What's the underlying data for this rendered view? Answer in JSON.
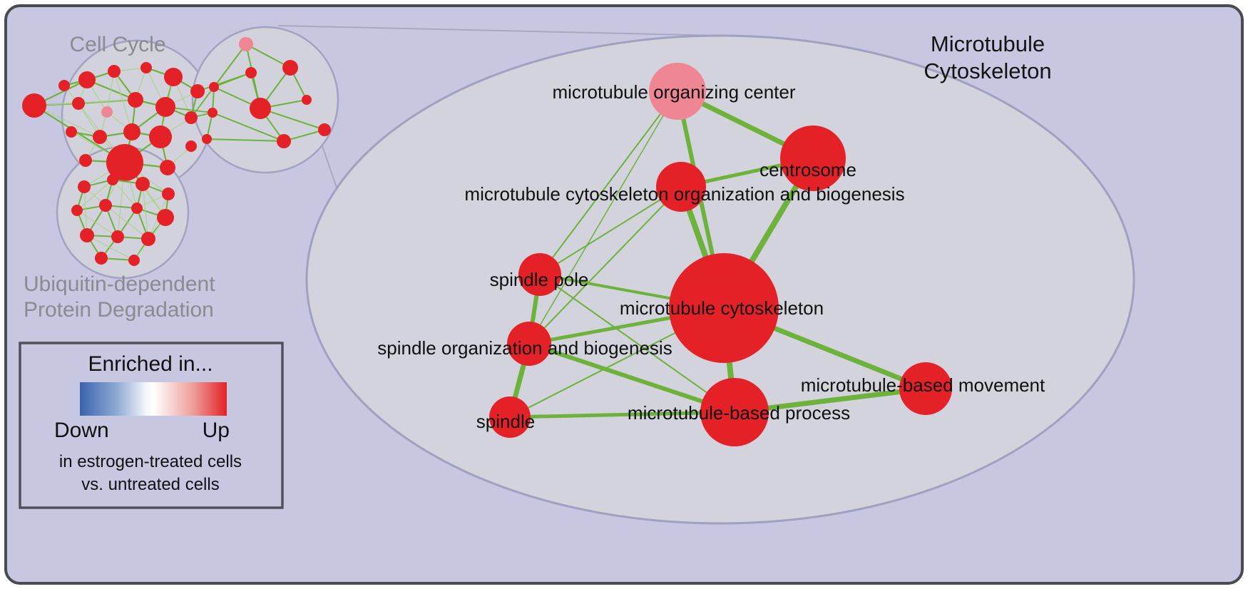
{
  "overview": {
    "cell_cycle_label": "Cell Cycle",
    "ubiquitin_label_line1": "Ubiquitin-dependent",
    "ubiquitin_label_line2": "Protein Degradation"
  },
  "zoom": {
    "title_line1": "Microtubule",
    "title_line2": "Cytoskeleton",
    "nodes": [
      {
        "id": "microtubule-organizing-center",
        "label": "microtubule organizing center",
        "fill": "#ee8793"
      },
      {
        "id": "centrosome",
        "label": "centrosome",
        "fill": "#e32127"
      },
      {
        "id": "microtubule-cytoskeleton-organization-and-biogenesis",
        "label": "microtubule cytoskeleton organization and biogenesis",
        "fill": "#e32127"
      },
      {
        "id": "spindle-pole",
        "label": "spindle pole",
        "fill": "#e32127"
      },
      {
        "id": "microtubule-cytoskeleton",
        "label": "microtubule cytoskeleton",
        "fill": "#e32127"
      },
      {
        "id": "spindle-organization-and-biogenesis",
        "label": "spindle organization and biogenesis",
        "fill": "#e32127"
      },
      {
        "id": "spindle",
        "label": "spindle",
        "fill": "#e32127"
      },
      {
        "id": "microtubule-based-process",
        "label": "microtubule-based process",
        "fill": "#e32127"
      },
      {
        "id": "microtubule-based-movement",
        "label": "microtubule-based movement",
        "fill": "#e32127"
      }
    ],
    "edges": [
      {
        "source": "microtubule-organizing-center",
        "target": "centrosome"
      },
      {
        "source": "microtubule-organizing-center",
        "target": "microtubule-cytoskeleton"
      },
      {
        "source": "microtubule-organizing-center",
        "target": "spindle-pole"
      },
      {
        "source": "microtubule-organizing-center",
        "target": "spindle-organization-and-biogenesis"
      },
      {
        "source": "centrosome",
        "target": "microtubule-cytoskeleton-organization-and-biogenesis"
      },
      {
        "source": "centrosome",
        "target": "microtubule-cytoskeleton"
      },
      {
        "source": "microtubule-cytoskeleton-organization-and-biogenesis",
        "target": "microtubule-cytoskeleton"
      },
      {
        "source": "microtubule-cytoskeleton-organization-and-biogenesis",
        "target": "spindle-pole"
      },
      {
        "source": "microtubule-cytoskeleton-organization-and-biogenesis",
        "target": "spindle-organization-and-biogenesis"
      },
      {
        "source": "spindle-pole",
        "target": "spindle-organization-and-biogenesis"
      },
      {
        "source": "spindle-pole",
        "target": "microtubule-cytoskeleton"
      },
      {
        "source": "spindle-pole",
        "target": "microtubule-based-process"
      },
      {
        "source": "spindle-organization-and-biogenesis",
        "target": "spindle"
      },
      {
        "source": "spindle-organization-and-biogenesis",
        "target": "microtubule-cytoskeleton"
      },
      {
        "source": "spindle-organization-and-biogenesis",
        "target": "microtubule-based-process"
      },
      {
        "source": "spindle",
        "target": "microtubule-based-process"
      },
      {
        "source": "spindle",
        "target": "microtubule-cytoskeleton"
      },
      {
        "source": "microtubule-cytoskeleton",
        "target": "microtubule-based-process"
      },
      {
        "source": "microtubule-cytoskeleton",
        "target": "microtubule-based-movement"
      },
      {
        "source": "microtubule-based-process",
        "target": "microtubule-based-movement"
      }
    ]
  },
  "legend": {
    "title": "Enriched in...",
    "down_label": "Down",
    "up_label": "Up",
    "caption_line1": "in estrogen-treated cells",
    "caption_line2": "vs. untreated cells",
    "colors": {
      "down": "#3a63ae",
      "mid": "#ffffff",
      "up": "#e32026"
    }
  },
  "colors": {
    "background": "#c7c7e1",
    "zoom_ellipse_fill": "#d3d3dd",
    "node_red": "#e32127",
    "node_pink": "#ee8793",
    "edge_green": "#6db23a",
    "edge_green_light": "#a9d584"
  }
}
